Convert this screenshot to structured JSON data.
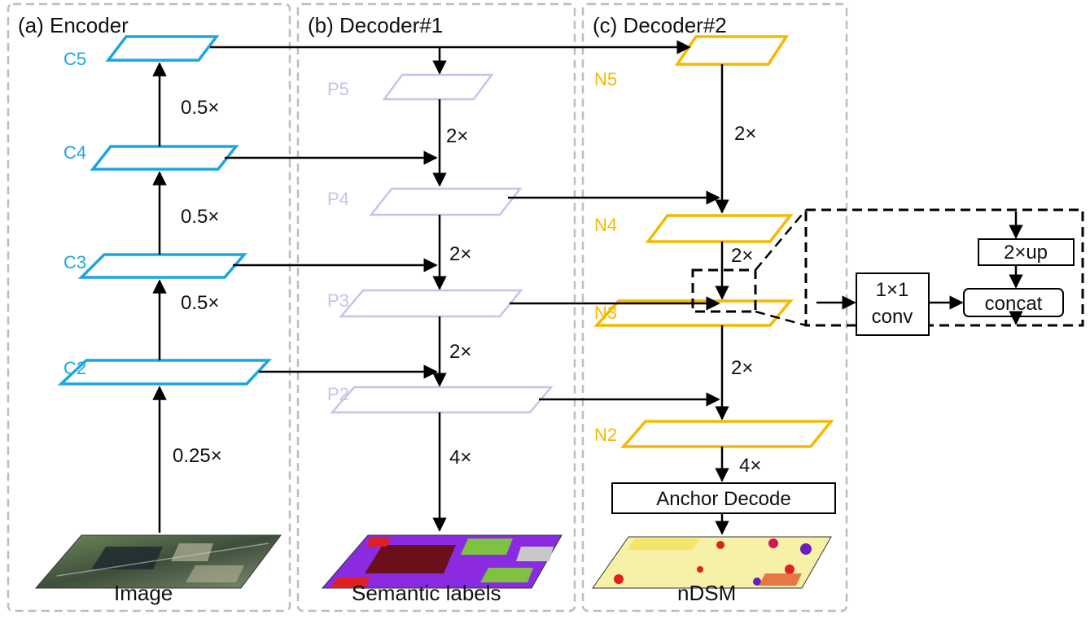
{
  "panels": {
    "encoder": {
      "title": "(a) Encoder",
      "bottom_label": "Image"
    },
    "decoder1": {
      "title": "(b) Decoder#1",
      "bottom_label": "Semantic labels"
    },
    "decoder2": {
      "title": "(c) Decoder#2",
      "bottom_label": "nDSM"
    }
  },
  "encoder_levels": [
    "C5",
    "C4",
    "C3",
    "C2"
  ],
  "decoder1_levels": [
    "P5",
    "P4",
    "P3",
    "P2"
  ],
  "decoder2_levels": [
    "N5",
    "N4",
    "N3",
    "N2"
  ],
  "scales": {
    "enc_0": "0.25×",
    "enc_1": "0.5×",
    "enc_2": "0.5×",
    "enc_3": "0.5×",
    "dec1_0": "2×",
    "dec1_1": "2×",
    "dec1_2": "2×",
    "dec1_3": "4×",
    "dec2_0": "2×",
    "dec2_1": "2×",
    "dec2_2": "2×",
    "dec2_3": "4×"
  },
  "anchor_decode": "Anchor Decode",
  "zoom_inset": {
    "upsample": "2×up",
    "conv_line1": "1×1",
    "conv_line2": "conv",
    "concat": "concat"
  },
  "colors": {
    "encoder": "#1aa7e0",
    "decoder1": "#c6c2ee",
    "decoder2": "#f6b800"
  }
}
